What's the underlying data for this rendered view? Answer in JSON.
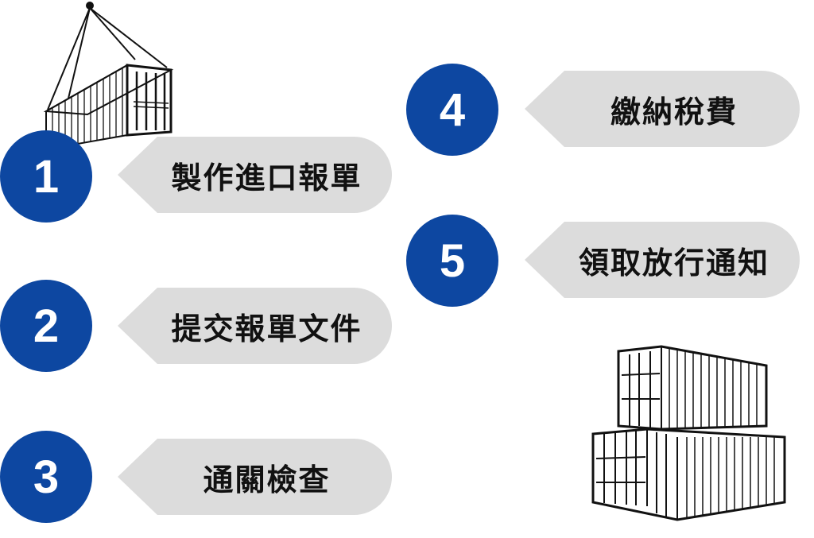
{
  "colors": {
    "accent": "#0d47a1",
    "pill": "#dcdcdc",
    "text": "#111111"
  },
  "icons": [
    "hanging-container-icon",
    "stacked-containers-icon"
  ],
  "steps": [
    {
      "number": "1",
      "label": "製作進口報單"
    },
    {
      "number": "2",
      "label": "提交報單文件"
    },
    {
      "number": "3",
      "label": "通關檢查"
    },
    {
      "number": "4",
      "label": "繳納稅費"
    },
    {
      "number": "5",
      "label": "領取放行通知"
    }
  ]
}
